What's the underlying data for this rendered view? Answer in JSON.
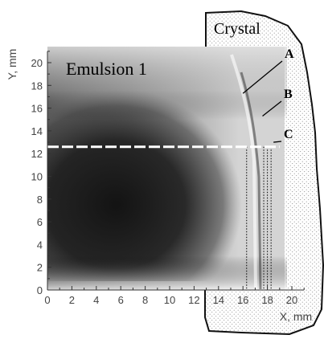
{
  "chart_data": {
    "type": "heatmap",
    "title": "",
    "xlabel": "X, mm",
    "ylabel": "Y, mm",
    "xlim": [
      0,
      21
    ],
    "ylim": [
      0,
      21
    ],
    "x_ticks": [
      "0",
      "2",
      "4",
      "6",
      "8",
      "10",
      "12",
      "14",
      "16",
      "18",
      "20"
    ],
    "y_ticks": [
      "0",
      "2",
      "4",
      "6",
      "8",
      "10",
      "12",
      "14",
      "16",
      "18",
      "20"
    ],
    "x_tick_values": [
      0,
      2,
      4,
      6,
      8,
      10,
      12,
      14,
      16,
      18,
      20
    ],
    "y_tick_values": [
      0,
      2,
      4,
      6,
      8,
      10,
      12,
      14,
      16,
      18,
      20
    ],
    "image_extent": {
      "x": [
        0,
        19.4
      ],
      "y": [
        0,
        21.4
      ]
    },
    "panel_label": "Emulsion 1",
    "region_label": "Crystal",
    "scan_line_y": 12.6,
    "scan_line_x_range": [
      0,
      19.0
    ],
    "dotted_lines_x": [
      16.3,
      17.7,
      18.0,
      18.3
    ],
    "annotations": [
      {
        "label": "A",
        "x": 16.0,
        "y": 17.3
      },
      {
        "label": "B",
        "x": 17.6,
        "y": 15.3
      },
      {
        "label": "C",
        "x": 18.5,
        "y": 13.0
      }
    ],
    "colors": {
      "dark_band": "#1b1b1b",
      "background_fill": "#d4d4d4",
      "scan_line": "#ffffff"
    }
  }
}
